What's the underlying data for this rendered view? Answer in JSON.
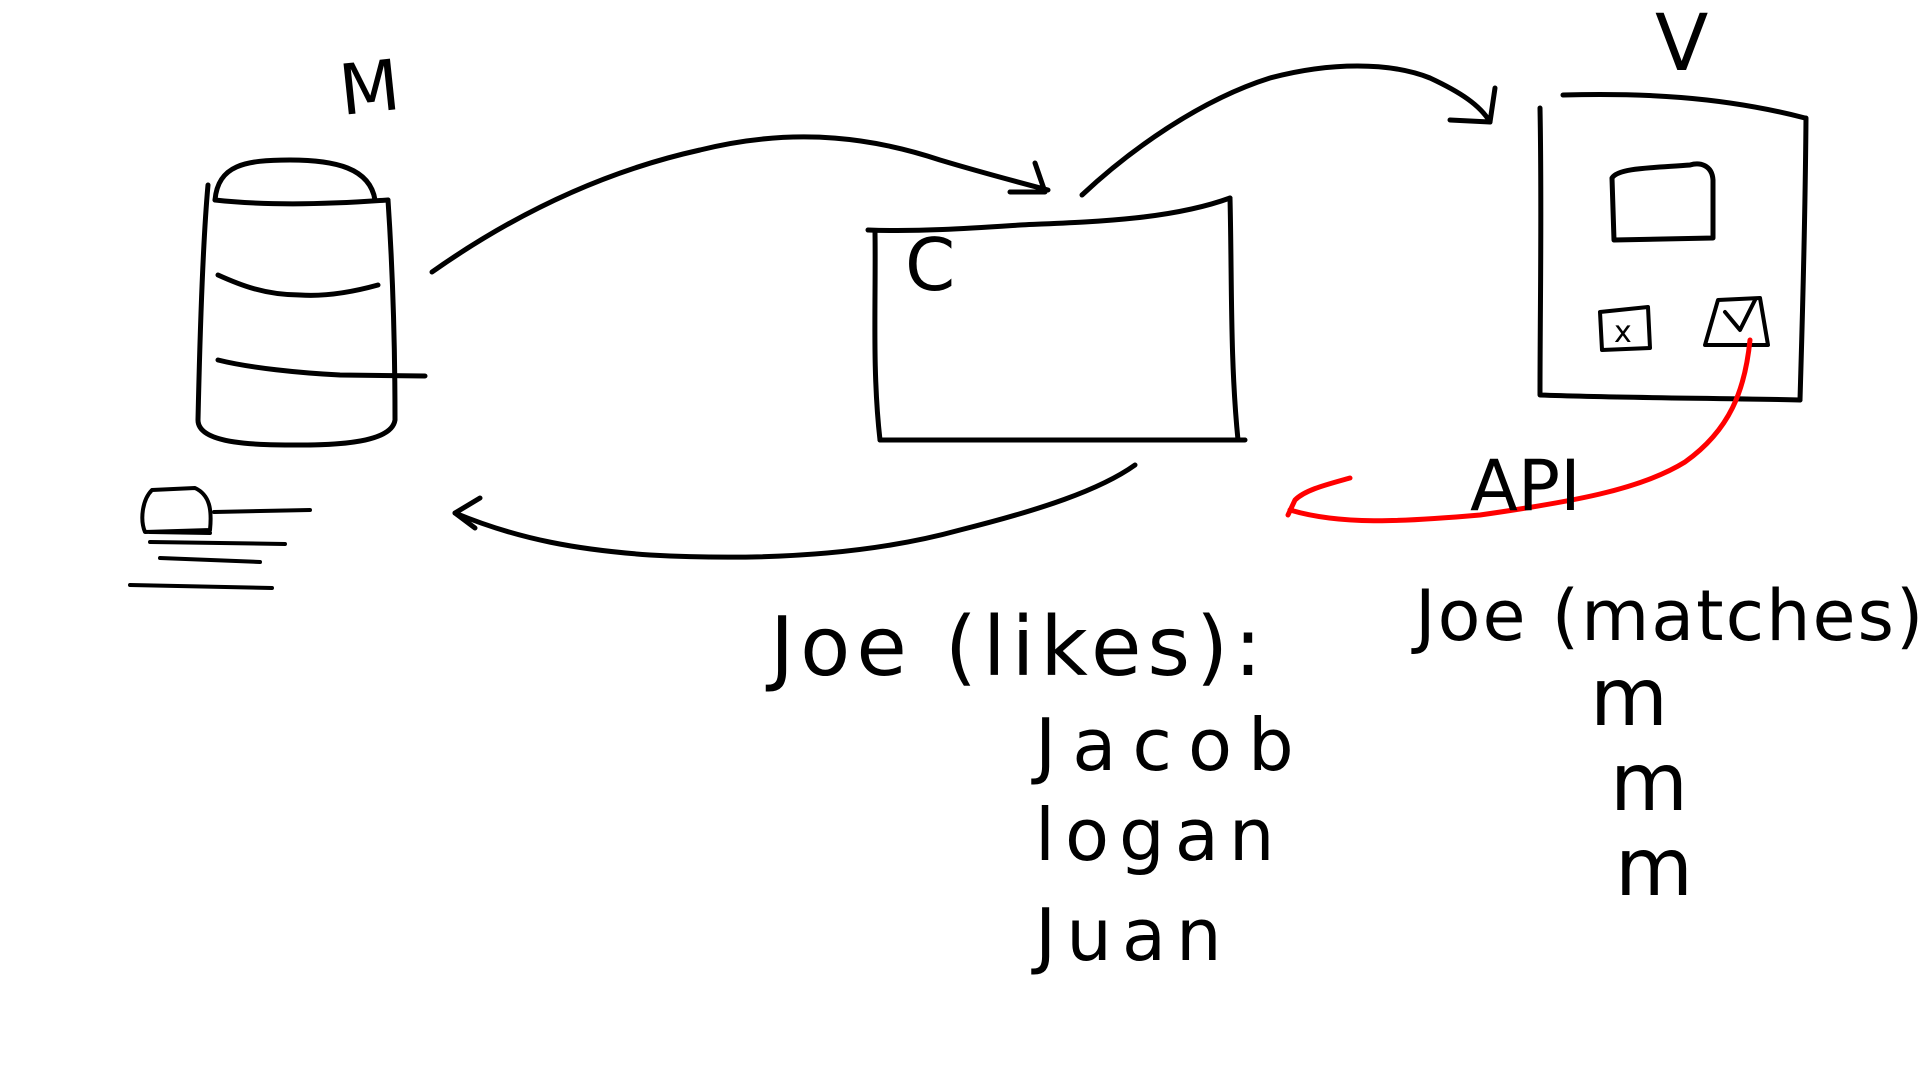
{
  "labels": {
    "model": "M",
    "controller": "C",
    "view": "V",
    "api": "API",
    "likes_title": "Joe (likes):",
    "matches_title": "Joe (matches)"
  },
  "likes": [
    "Jacob",
    "logan",
    "Juan"
  ],
  "matches": [
    "m",
    "m",
    "m"
  ],
  "colors": {
    "ink": "#000000",
    "api_arrow": "#ff0000",
    "background": "#ffffff"
  },
  "icons": {
    "model": "database-icon",
    "model_profile": "profile-card-icon",
    "view_photo": "photo-placeholder-icon",
    "view_reject": "reject-x-icon",
    "view_accept": "accept-check-icon"
  }
}
